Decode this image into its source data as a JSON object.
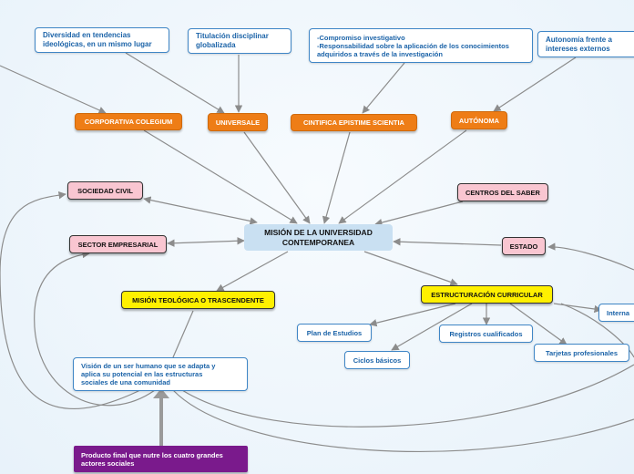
{
  "diagram": {
    "central": {
      "title": "MISIÓN DE LA UNIVERSIDAD CONTEMPORANEA"
    },
    "notes": {
      "diversidad": "Diversidad en tendencias\nideológicas, en un mismo lugar",
      "titulacion": "Titulación disciplinar\nglobalizada",
      "compromiso": "-Compromiso investigativo\n-Responsabilidad sobre la aplicación de los conocimientos\nadquiridos a través de la investigación",
      "autonomia": "Autonomía frente a\nintereses externos",
      "vision": "Visión de un ser humano que se adapta y\naplica su potencial en las estructuras\nsociales de una comunidad"
    },
    "attributes": {
      "corporativa": "CORPORATIVA COLEGIUM",
      "universale": "UNIVERSALE",
      "cientifica": "CINTIFICA EPISTIME SCIENTIA",
      "autonoma": "AUTÓNOMA"
    },
    "actors": {
      "sociedad": "SOCIEDAD CIVIL",
      "empresarial": "SECTOR EMPRESARIAL",
      "centros": "CENTROS DEL SABER",
      "estado": "ESTADO"
    },
    "missions": {
      "teologica": "MISIÓN TEOLÓGICA O TRASCENDENTE",
      "estructuracion": "ESTRUCTURACIÓN CURRICULAR"
    },
    "curriculum": {
      "plan": "Plan de Estudios",
      "ciclos": "Ciclos básicos",
      "registros": "Registros cualificados",
      "tarjetas": "Tarjetas profesionales",
      "interna": "Interna"
    },
    "product": "Producto final que nutre los cuatro grandes\nactores sociales"
  },
  "colors": {
    "edge": "#8c8c8c",
    "blue_border": "#3f86c6",
    "orange": "#ee7d16",
    "pink": "#f9c6d1",
    "yellow": "#fff000",
    "central": "#c9e0f2",
    "purple": "#7a1a8c"
  }
}
